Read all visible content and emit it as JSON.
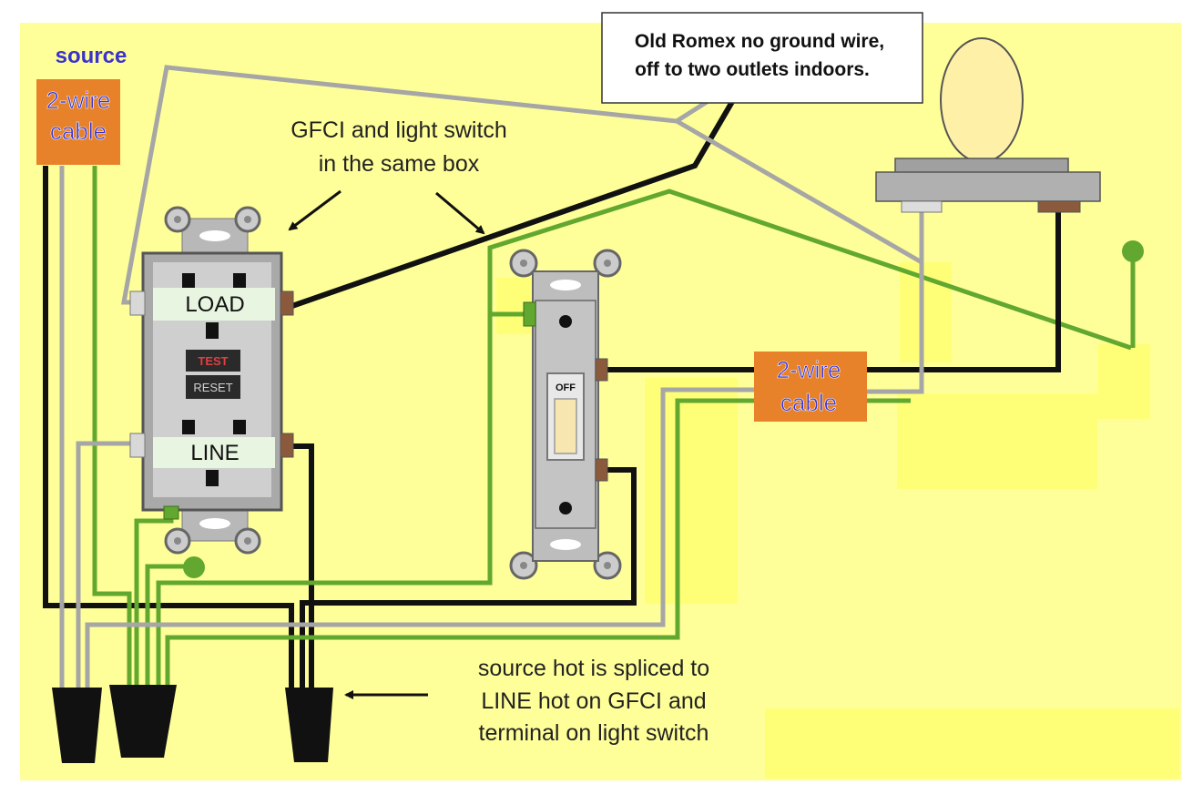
{
  "labels": {
    "source": "source",
    "source_cable": [
      "2-wire",
      "cable"
    ],
    "box_note": [
      "GFCI and light switch",
      "in the same box"
    ],
    "romex_note": [
      "Old Romex no ground wire,",
      "off to two outlets indoors."
    ],
    "light_cable": [
      "2-wire",
      "cable"
    ],
    "splice_note": [
      "source hot is spliced to",
      "LINE hot on GFCI and",
      "terminal on light switch"
    ]
  },
  "gfci": {
    "load_label": "LOAD",
    "line_label": "LINE",
    "test_label": "TEST",
    "reset_label": "RESET"
  },
  "switch": {
    "state_label": "OFF"
  },
  "colors": {
    "background": "#ffff99",
    "highlight": "#ffff77",
    "cable_tag": "#e8822a",
    "tag_text": "#3a33cc",
    "hot_wire": "#111111",
    "neutral_wire": "#a6a6a6",
    "ground_wire": "#62a830",
    "device_body": "#c8c8c8",
    "bulb": "#fff0a8"
  },
  "icons": {
    "light_fixture": "light-bulb-icon",
    "wire_nut": "wire-nut-icon",
    "arrow": "arrow-icon"
  }
}
